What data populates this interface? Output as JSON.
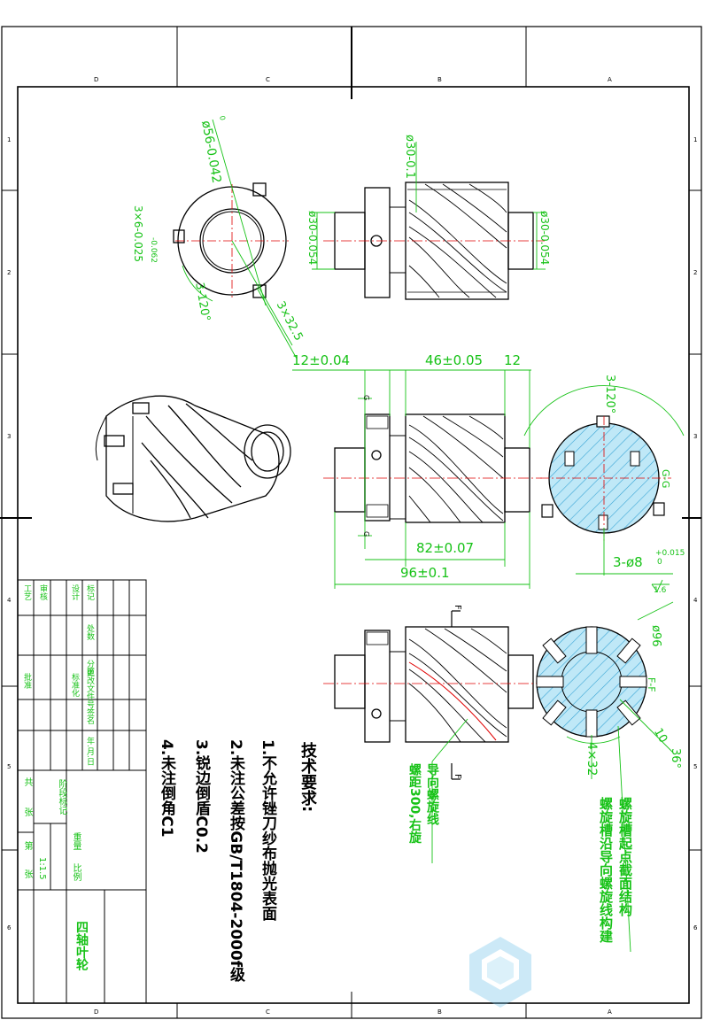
{
  "title_block": {
    "part_name": "四轴叶轮",
    "scale_label": "比例",
    "scale_value": "1:1.5",
    "weight_label": "重量",
    "stage_mark_label": "阶段标记",
    "total_label": "共",
    "sheets_label": "张",
    "sheet_label": "第",
    "sheet_label2": "张",
    "rev_label": "标记",
    "count_label": "处数",
    "zone_label": "分区",
    "doc_label": "更改文件号",
    "sign_label": "签名",
    "date_label": "年.月.日",
    "design_label": "设计",
    "std_label": "标准化",
    "review_label": "审核",
    "process_label": "工艺",
    "approve_label": "批准"
  },
  "tech_requirements": {
    "heading": "技术要求:",
    "items": [
      "1.不允许锉刀纱布抛光表面",
      "2.未注公差按GB/T1804-2000f级",
      "3.锐边倒盾C0.2",
      "4.未注倒角C1"
    ]
  },
  "annotations": {
    "helix_guide": "导向螺旋线",
    "helix_pitch": "螺距300,右旋",
    "groove_start": "螺旋槽起点截面结构",
    "groove_build": "螺旋槽沿导向螺旋线构建"
  },
  "dimensions": {
    "top_dia": "ø56-0.042",
    "top_dia_upper": "0",
    "top_keys": "3×6-0.025",
    "top_keys_lower": "-0.062",
    "top_angle": "3-120°",
    "top_width": "3×32.5",
    "side_top": "ø30-0.1",
    "side_left": "ø30-0.054",
    "side_right": "ø30-0.054",
    "len_flange": "12±0.04",
    "len_body": "46±0.05",
    "len_12": "12",
    "len_82": "82±0.07",
    "len_96": "96±0.1",
    "sec_angle": "3-120°",
    "sec_gg": "G-G",
    "sec_holes": "3-ø8",
    "sec_holes_tol": "+0.015",
    "sec_holes_tol0": "0",
    "roughness": "1.6",
    "bot_dia": "ø96",
    "bot_ff": "F-F",
    "bot_10": "10",
    "bot_36": "36°",
    "bot_4x32": "4×32",
    "sec_ff_mark": "F",
    "sec_gg_mark": "G"
  },
  "zones": {
    "top": [
      "D",
      "C",
      "B",
      "A"
    ],
    "left": [
      "1",
      "2",
      "3",
      "4",
      "5",
      "6"
    ],
    "right": [
      "1",
      "2",
      "3",
      "4",
      "5",
      "6"
    ],
    "bottom": [
      "D",
      "C",
      "B",
      "A"
    ]
  },
  "colors": {
    "line": "#000000",
    "dim": "#17c217",
    "center": "#e00000",
    "hatch": "#3aa6d6",
    "fill": "#bfe8f7"
  }
}
